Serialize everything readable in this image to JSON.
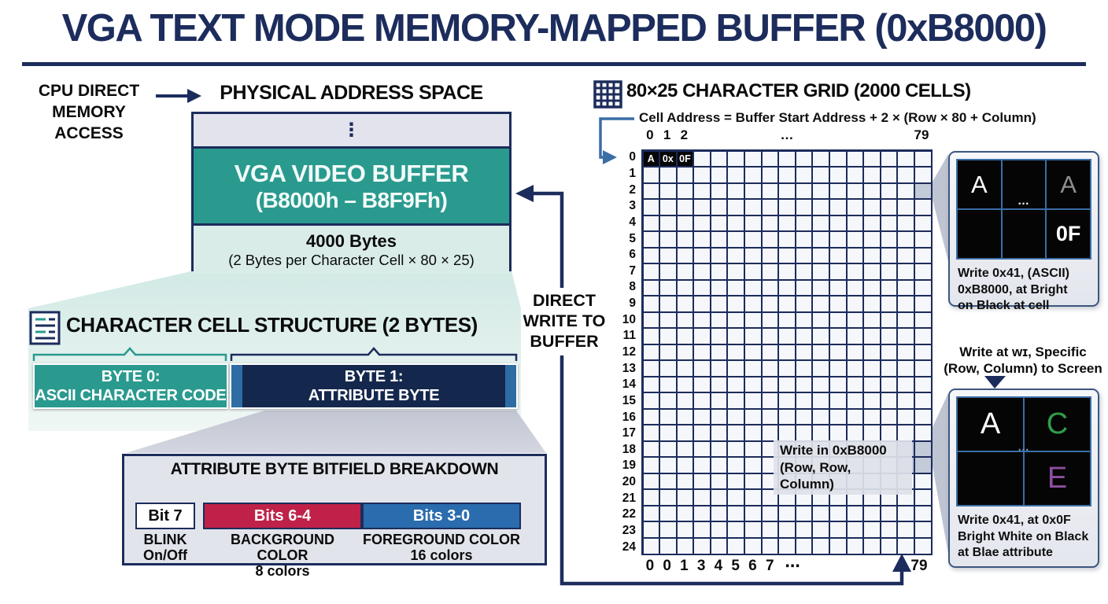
{
  "title": "VGA TEXT MODE MEMORY-MAPPED BUFFER (0xB8000)",
  "colors": {
    "navy": "#1c2c5c",
    "teal": "#2a9a8f",
    "mint": "#d9ece8",
    "lavender": "#e2e3ed",
    "crimson": "#bf2148",
    "steel_blue": "#2a6cad",
    "bracket_blue": "#3a6da6",
    "panel_gray": "#e2e4eb",
    "cell_black": "#050505",
    "green_char": "#2f9e49",
    "purple_char": "#8d4fa0",
    "gray_char": "#8f8f8f"
  },
  "cpu": {
    "lines": [
      "CPU DIRECT",
      "MEMORY",
      "ACCESS"
    ]
  },
  "physical": {
    "heading": "PHYSICAL ADDRESS SPACE",
    "ellipsis": "⋮",
    "buffer_title": "VGA VIDEO BUFFER",
    "buffer_range": "(B8000h – B8F9Fh)",
    "size": "4000 Bytes",
    "size_detail": "(2 Bytes per Character Cell × 80 × 25)"
  },
  "cell_structure": {
    "heading": "CHARACTER CELL STRUCTURE (2 BYTES)",
    "byte0": {
      "line1": "BYTE 0:",
      "line2": "ASCII CHARACTER CODE"
    },
    "byte1": {
      "line1": "BYTE 1:",
      "line2": "ATTRIBUTE BYTE"
    }
  },
  "breakdown": {
    "title": "ATTRIBUTE BYTE BITFIELD BREAKDOWN",
    "fields": [
      {
        "bits": "Bit 7",
        "name": "BLINK",
        "detail": "On/Off"
      },
      {
        "bits": "Bits 6-4",
        "name": "BACKGROUND COLOR",
        "detail": "8 colors"
      },
      {
        "bits": "Bits 3-0",
        "name": "FOREGROUND COLOR",
        "detail": "16 colors"
      }
    ]
  },
  "direct_write": {
    "lines": [
      "DIRECT",
      "WRITE TO",
      "BUFFER"
    ]
  },
  "grid": {
    "heading": "80×25 CHARACTER GRID (2000 CELLS)",
    "formula": "Cell Address = Buffer Start Address + 2 × (Row × 80 + Column)",
    "rows": 25,
    "cols": 17,
    "top_labels": [
      "0",
      "1",
      "2"
    ],
    "top_ellipsis": "…",
    "top_last": "79",
    "row_labels": [
      "0",
      "1",
      "2",
      "3",
      "4",
      "5",
      "6",
      "7",
      "8",
      "9",
      "10",
      "11",
      "12",
      "13",
      "14",
      "15",
      "16",
      "17",
      "18",
      "19",
      "20",
      "21",
      "22",
      "23",
      "24"
    ],
    "first_row_cells": [
      "A",
      "0x",
      "0F"
    ],
    "highlight_cells": [
      [
        2,
        16
      ],
      [
        18,
        15
      ],
      [
        18,
        16
      ],
      [
        19,
        15
      ],
      [
        19,
        16
      ]
    ],
    "bottom_labels": [
      "0",
      "0",
      "1",
      "3",
      "4",
      "5",
      "6",
      "7"
    ],
    "bottom_ellipsis": "⋯",
    "bottom_last": "79",
    "write_note": {
      "line1": "Write in 0xB8000",
      "line2": "(Row, Row, Column)"
    }
  },
  "detail_top": {
    "cells": [
      [
        {
          "ch": "A",
          "color": "#ffffff"
        },
        {
          "ch": "",
          "color": ""
        },
        {
          "ch": "A",
          "color": "#8f8f8f"
        }
      ],
      [
        {
          "ch": "",
          "color": ""
        },
        {
          "ch": "",
          "color": ""
        },
        {
          "ch": "0F",
          "color": "#ffffff"
        }
      ]
    ],
    "ellipsis": "…",
    "caption": {
      "line1": "Write 0x41, (ASCII)",
      "line2": "0xB8000,  at Bright",
      "line3": "on Black at cell"
    }
  },
  "detail_bottom": {
    "note": {
      "line1": "Write at ᴡɪ, Specific",
      "line2": "(Row, Column) to Screen"
    },
    "cells": [
      [
        {
          "ch": "A",
          "color": "#ffffff"
        },
        {
          "ch": "C",
          "color": "#2f9e49"
        }
      ],
      [
        {
          "ch": "",
          "color": ""
        },
        {
          "ch": "E",
          "color": "#8d4fa0"
        }
      ]
    ],
    "ellipsis": "…",
    "caption": {
      "line1": "Write 0x41, at 0x0F",
      "line2": "Bright White on Black",
      "line3": "at Blae attribute"
    }
  }
}
